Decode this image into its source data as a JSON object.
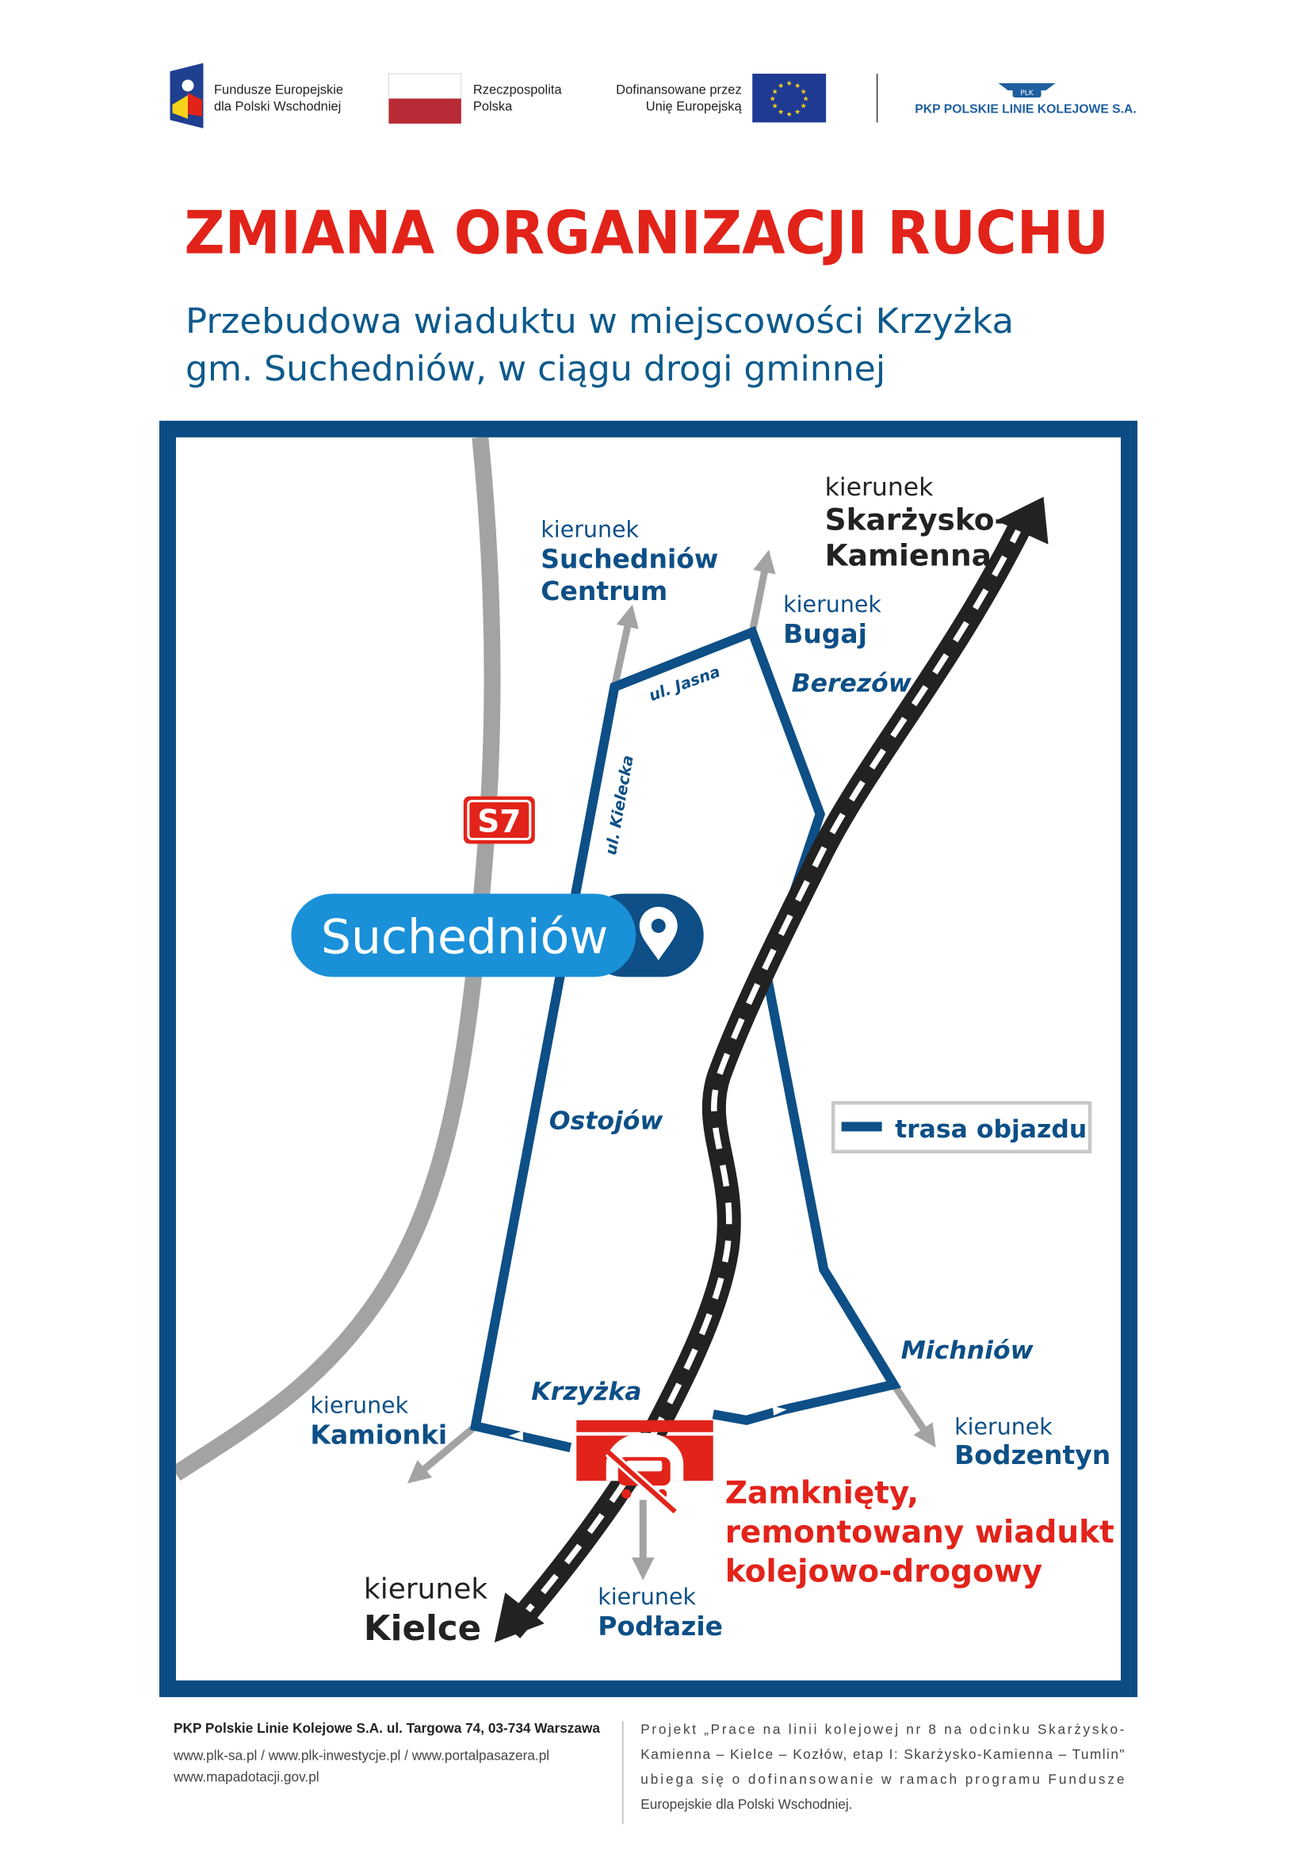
{
  "header": {
    "fe_line1": "Fundusze Europejskie",
    "fe_line2": "dla Polski Wschodniej",
    "rp_line1": "Rzeczpospolita",
    "rp_line2": "Polska",
    "eu_line1": "Dofinansowane przez",
    "eu_line2": "Unię Europejską",
    "pkp_logo_text": "PLK",
    "pkp_name": "PKP POLSKIE LINIE KOLEJOWE S.A."
  },
  "title": "ZMIANA ORGANIZACJI RUCHU",
  "subtitle": {
    "line1": "Przebudowa wiaduktu w miejscowości Krzyżka",
    "line2": "gm. Suchedniów, w ciągu drogi gminnej"
  },
  "map": {
    "direction_word": "kierunek",
    "dir_suchedniow_1": "Suchedniów",
    "dir_suchedniow_2": "Centrum",
    "dir_bugaj": "Bugaj",
    "dir_skarzysko_1": "Skarżysko-",
    "dir_skarzysko_2": "Kamienna",
    "dir_kamionki": "Kamionki",
    "dir_kielce": "Kielce",
    "dir_podlazie": "Podłazie",
    "dir_bodzentyn": "Bodzentyn",
    "street_jasna": "ul. Jasna",
    "street_kielecka": "ul. Kielecka",
    "place_berezow": "Berezów",
    "place_ostojow": "Ostojów",
    "place_michniow": "Michniów",
    "place_krzyzka": "Krzyżka",
    "road_sign": "S7",
    "town": "Suchedniów",
    "legend": "trasa objazdu",
    "closed_1": "Zamknięty,",
    "closed_2": "remontowany wiadukt",
    "closed_3": "kolejowo-drogowy"
  },
  "footer": {
    "company": "PKP Polskie Linie Kolejowe S.A. ul. Targowa 74, 03-734 Warszawa",
    "links1": "www.plk-sa.pl  /  www.plk-inwestycje.pl  /  www.portalpasazera.pl",
    "links2": "www.mapadotacji.gov.pl",
    "project1": "Projekt „Prace na linii kolejowej nr 8 na odcinku Skarżysko-",
    "project2": "Kamienna – Kielce – Kozłów, etap I: Skarżysko-Kamienna – Tumlin\"",
    "project3": "ubiega się o dofinansowanie w ramach programu Fundusze",
    "project4": "Europejskie dla Polski Wschodniej."
  },
  "colors": {
    "red": "#e2231a",
    "blue": "#0d4f86",
    "light_blue": "#1a90d8",
    "gray": "#a3a3a3"
  }
}
